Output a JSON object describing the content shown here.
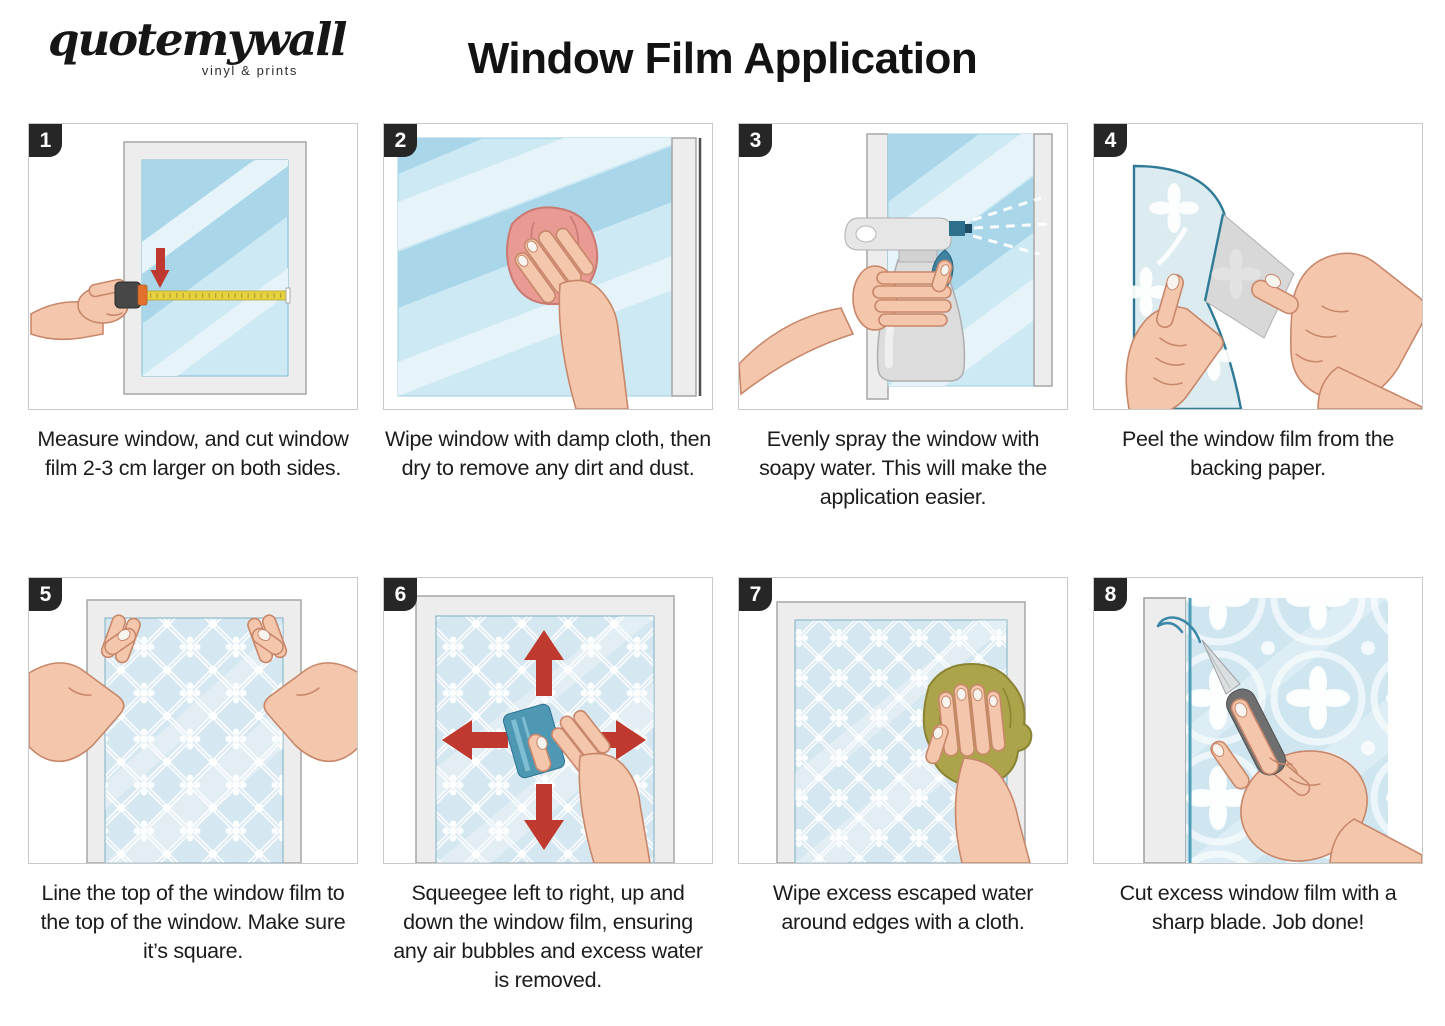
{
  "header": {
    "logo_name": "quotemywall",
    "logo_tagline": "vinyl & prints",
    "title": "Window Film Application"
  },
  "steps": [
    {
      "number": "1",
      "illustration": "measure-window",
      "caption": "Measure window, and cut window film 2-3 cm larger on both sides."
    },
    {
      "number": "2",
      "illustration": "wipe-window-with-cloth",
      "caption": "Wipe window with damp cloth, then dry to remove any dirt and dust."
    },
    {
      "number": "3",
      "illustration": "spray-window-with-bottle",
      "caption": "Evenly spray the window with soapy water. This will make the application easier."
    },
    {
      "number": "4",
      "illustration": "peel-film-from-backing",
      "caption": "Peel the window film from the backing paper."
    },
    {
      "number": "5",
      "illustration": "align-film-to-window",
      "caption": "Line the top of the window film to the top of the window.  Make sure it’s square."
    },
    {
      "number": "6",
      "illustration": "squeegee-film",
      "caption": "Squeegee left to right,  up and down the window film, ensuring any air bubbles and excess water is removed."
    },
    {
      "number": "7",
      "illustration": "wipe-edges-with-cloth",
      "caption": "Wipe excess escaped water around edges with a cloth."
    },
    {
      "number": "8",
      "illustration": "cut-excess-film",
      "caption": "Cut excess window film with a sharp blade. Job done!"
    }
  ],
  "palette": {
    "badge": "#262626",
    "glass_blue": "#cde9f4",
    "glass_stripe_dark": "#a9d7e9",
    "glass_stripe_light": "#e6f3f9",
    "film_blue": "#d5e7f0",
    "arrow_red": "#bf392e",
    "skin": "#f4c7ac",
    "tape_yellow": "#e6d23f",
    "cloth_pink": "#e89a93",
    "cloth_olive": "#aba44a",
    "squeegee_blue": "#4e98b4",
    "frame_grey": "#ededed"
  }
}
